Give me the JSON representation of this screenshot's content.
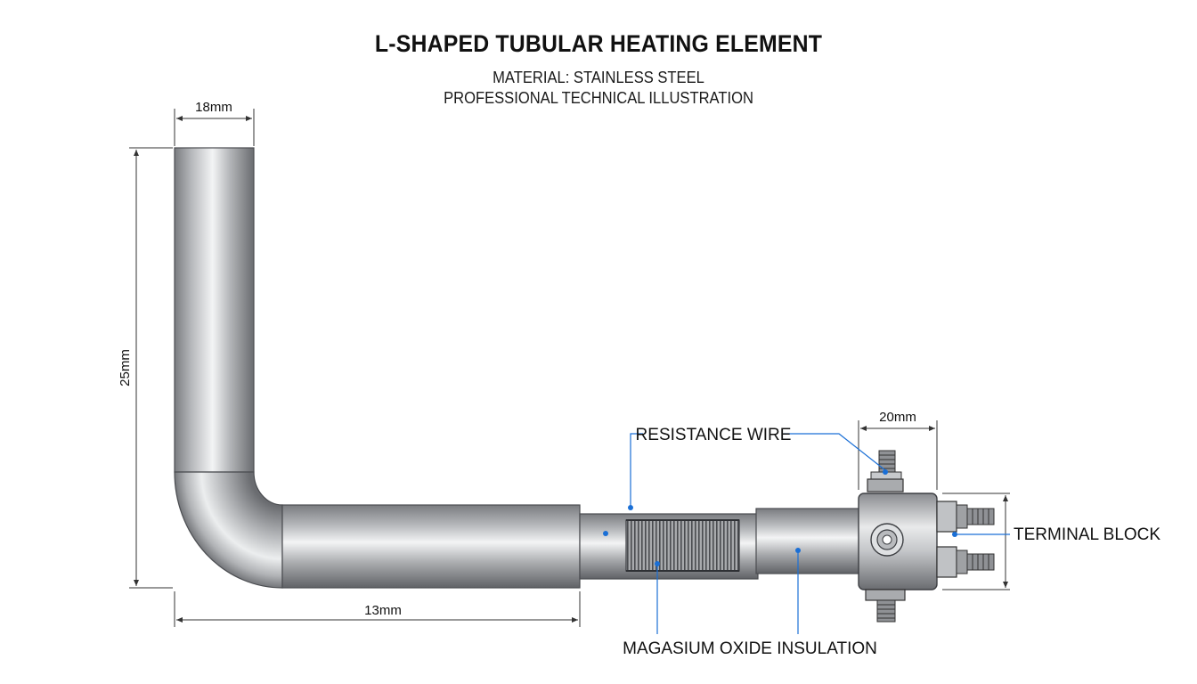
{
  "header": {
    "title": "L-SHAPED TUBULAR HEATING ELEMENT",
    "material": "MATERIAL: STAINLESS STEEL",
    "caption": "PROFESSIONAL TECHNICAL ILLUSTRATION"
  },
  "dimensions": {
    "top_width": "18mm",
    "vertical_height": "25mm",
    "horizontal_length": "13mm",
    "terminal_width": "20mm"
  },
  "callouts": {
    "resistance_wire": "RESISTANCE WIRE",
    "terminal_block": "TERMINAL BLOCK",
    "insulation": "MAGASIUM OXIDE INSULATION"
  },
  "colors": {
    "leader_line": "#1a6fd6",
    "dimension_line": "#333333",
    "steel_dark": "#6e7074",
    "steel_light": "#f1f2f3"
  }
}
